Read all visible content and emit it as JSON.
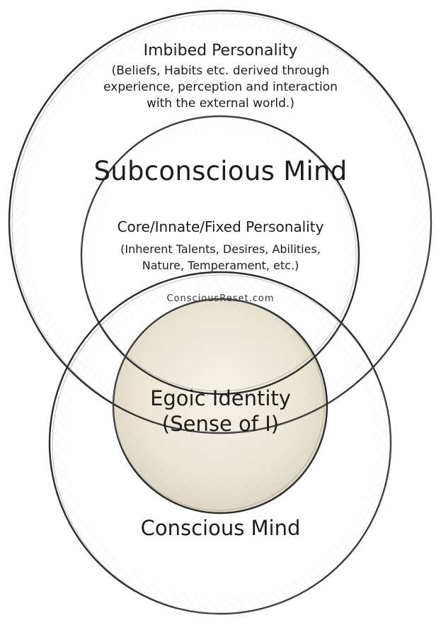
{
  "diagram": {
    "subconscious": {
      "title": "Subconscious Mind"
    },
    "imbibed": {
      "title": "Imbibed Personality",
      "description_lines": [
        "(Beliefs, Habits etc. derived through",
        "experience, perception and interaction",
        "with the external world.)"
      ]
    },
    "core": {
      "title": "Core/Innate/Fixed Personality",
      "description_lines": [
        "(Inherent Talents, Desires, Abilities,",
        "Nature, Temperament, etc.)"
      ]
    },
    "watermark": "ConsciousReset.com",
    "ego": {
      "title_lines": [
        "Egoic Identity",
        "(Sense of I)"
      ],
      "fill_color": "#efe9da"
    },
    "conscious": {
      "title": "Conscious Mind"
    },
    "colors": {
      "outline": "#2a2a2a",
      "text": "#1c1c1c",
      "hatch": "#b8b8b8"
    }
  }
}
